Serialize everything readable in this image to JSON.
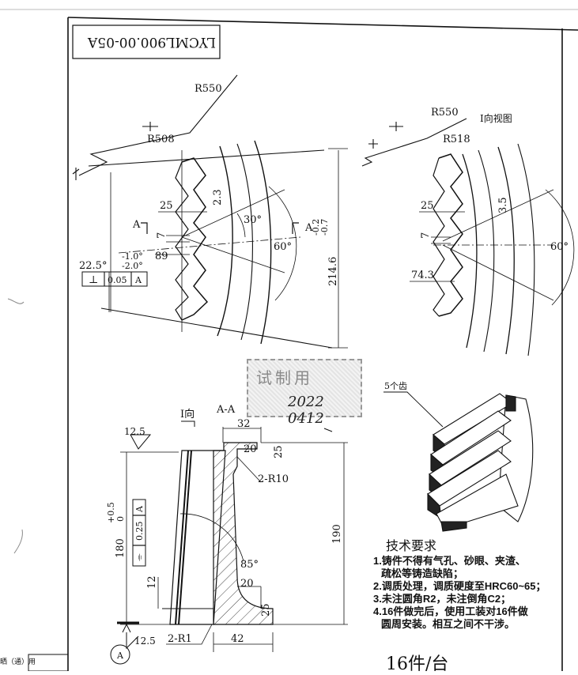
{
  "drawing_number": "LYCML900.00-05A",
  "left_view": {
    "r_outer": "R550",
    "r_inner": "R508",
    "tooth_top": "25",
    "tooth_depth": "2.3",
    "tooth_angle": "30°",
    "flank_angle": "60°",
    "dim_7": "7",
    "dim_89": "89",
    "angle_22": "22.5°",
    "tol_upper": "-1.0°",
    "tol_lower": "-2.0°",
    "gdt_symbol": "⊥",
    "gdt_value": "0.05",
    "gdt_datum": "A",
    "height": "214.6",
    "height_tol_upper": "-0.2",
    "height_tol_lower": "-0.7",
    "section_mark": "A"
  },
  "right_view": {
    "title": "I向视图",
    "r_outer": "R550",
    "r_inner": "R518",
    "tooth_top": "25",
    "tooth_depth": "3.5",
    "dim_7": "7",
    "dim_74": "74.3",
    "flank_angle": "60°"
  },
  "stamp": {
    "text": "试制用",
    "date": "2022 0412"
  },
  "section_view": {
    "direction_label": "I向",
    "title": "A-A",
    "roughness": "12.5",
    "top_width": "32",
    "top_inner": "20",
    "top_height": "25",
    "fillet_top": "2-R10",
    "height": "180",
    "height_tol_upper": "+0.5",
    "height_tol_lower": "0",
    "gdt_value": "0.25",
    "gdt_datum": "A",
    "gdt_symbol": "⌯",
    "overall": "190",
    "angle": "85°",
    "dim_12": "12",
    "bottom_inner": "20",
    "bottom_height": "25",
    "fillet_bottom": "2-R1",
    "bottom_width": "42",
    "roughness_bottom": "12.5",
    "datum_label": "A"
  },
  "iso_label": "5个齿",
  "tech_requirements": {
    "heading": "技术要求",
    "items": [
      "1.铸件不得有气孔、砂眼、夹渣、",
      "疏松等铸造缺陷；",
      "2.调质处理，调质硬度至HRC60~65；",
      "3.未注圆角R2，未注倒角C2；",
      "4.16件做完后，使用工装对16件做",
      "圆周安装。相互之间不干涉。"
    ]
  },
  "quantity": "16件/台",
  "side_note": "晒（通）用"
}
